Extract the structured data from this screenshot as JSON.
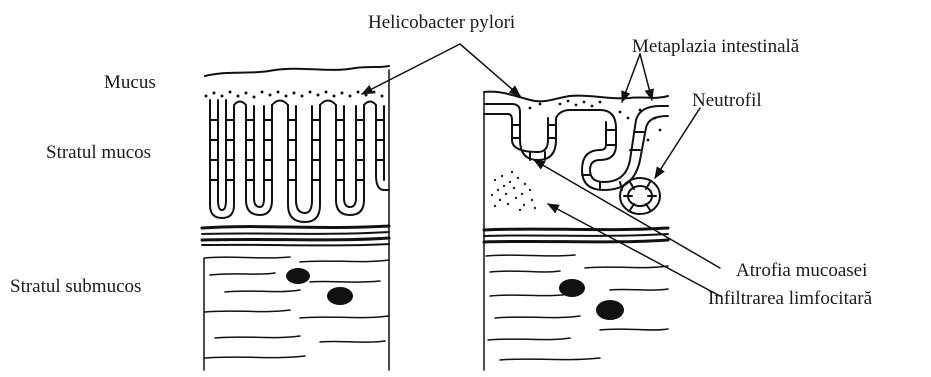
{
  "labels": {
    "helicobacter": "Helicobacter pylori",
    "metaplazia": "Metaplazia intestinală",
    "neutrofil": "Neutrofil",
    "mucus": "Mucus",
    "stratul_mucos": "Stratul mucos",
    "stratul_submucos": "Stratul submucos",
    "atrofia": "Atrofia mucoasei",
    "infiltrarea": "Infiltrarea limfocitară"
  },
  "colors": {
    "ink": "#111111",
    "background": "#ffffff"
  }
}
